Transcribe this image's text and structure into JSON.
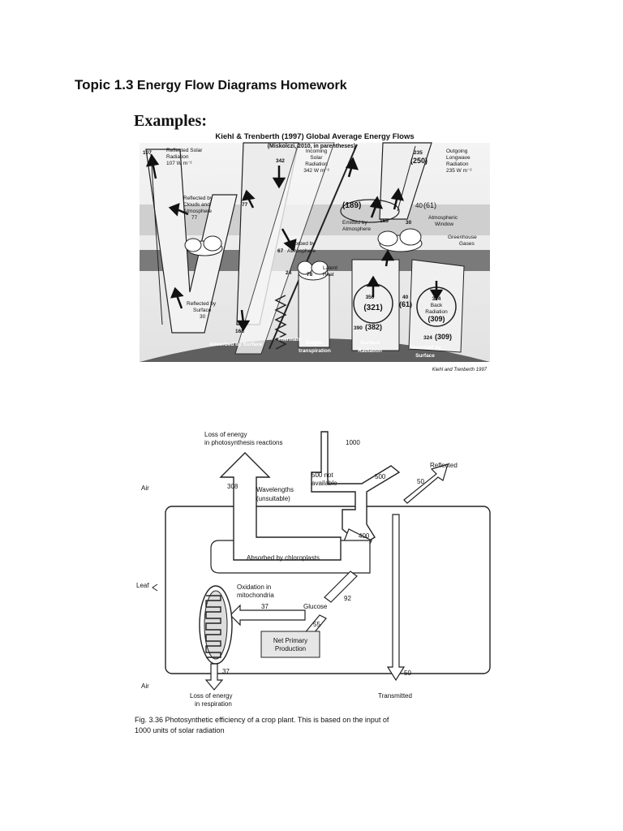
{
  "page": {
    "title_prefix": "Topic 1.3",
    "title_rest": "Energy Flow Diagrams Homework",
    "examples_heading": "Examples:"
  },
  "diagram1": {
    "title": "Kiehl & Trenberth (1997) Global Average Energy Flows",
    "subtitle": "(Miskolczi, 2010, in parentheses)",
    "labels": {
      "reflected_solar_value": "107",
      "reflected_solar_l1": "Reflected Solar",
      "reflected_solar_l2": "Radiation",
      "reflected_solar_l3": "107 W m⁻²",
      "incoming_value": "342",
      "incoming_l1": "Incoming",
      "incoming_l2": "Solar",
      "incoming_l3": "Radiation",
      "incoming_l4": "342 W m⁻²",
      "outgoing_value": "235",
      "outgoing_paren": "(250)",
      "outgoing_l1": "Outgoing",
      "outgoing_l2": "Longwave",
      "outgoing_l3": "Radiation",
      "outgoing_l4": "235 W m⁻²",
      "clouds_l1": "Reflected by",
      "clouds_l2": "Clouds and",
      "clouds_l3": "Atmosphere",
      "clouds_value": "77",
      "clouds_value2": "77",
      "m189": "(189)",
      "v40": "40",
      "v61": "(61)",
      "emitted_l1": "Emitted by",
      "emitted_l2": "Atmosphere",
      "v165": "165",
      "v30": "30",
      "window_l1": "Atmospheric",
      "window_l2": "Window",
      "gh_l1": "Greenhouse",
      "gh_l2": "Gases",
      "absorbed_atm_l1": "Absorbed by",
      "absorbed_atm_value": "67",
      "absorbed_atm_l2": "Atmosphere",
      "latent_l1": "Latent",
      "latent_value": "78",
      "latent_l2": "Heat",
      "thermals_value": "24",
      "surface_l1": "Reflected by",
      "surface_l2": "Surface",
      "surface_value": "30",
      "v350": "350",
      "v321": "(321)",
      "v40b": "40",
      "v61b": "(61)",
      "v324": "324",
      "back_l1": "Back",
      "back_l2": "Radiation",
      "v309": "(309)",
      "v390": "390",
      "v382": "(382)",
      "v324b": "324",
      "v309b": "(309)",
      "v168": "168",
      "absorbed_surface": "Absorbed by Surface",
      "thermals": "Thermals",
      "evapo_l1": "Evapo-",
      "evapo_l2": "transpiration",
      "surf_rad_l1": "Surface",
      "surf_rad_l2": "Radiation",
      "abs_surf_l1": "Absorbed by",
      "abs_surf_l2": "Surface",
      "credit": "Kiehl and Trenberth 1997"
    }
  },
  "diagram2": {
    "labels": {
      "loss_photo_l1": "Loss of energy",
      "loss_photo_l2": "in photosynthesis reactions",
      "v1000": "1000",
      "v500": "500",
      "not_avail_l1": "500 not",
      "not_avail_l2": "available",
      "reflected": "Reflected",
      "v50a": "50",
      "air_top": "Air",
      "v308": "308",
      "wavelengths_l1": "Wavelengths",
      "wavelengths_l2": "(unsuitable)",
      "v400": "400",
      "absorbed_chloro": "Absorbed by chloroplasts",
      "leaf": "Leaf",
      "oxidation_l1": "Oxidation in",
      "oxidation_l2": "mitochondria",
      "v37a": "37",
      "glucose": "Glucose",
      "v92": "92",
      "v55": "55",
      "npp_l1": "Net Primary",
      "npp_l2": "Production",
      "v37b": "37",
      "v50b": "50",
      "air_bottom": "Air",
      "loss_resp_l1": "Loss of energy",
      "loss_resp_l2": "in respiration",
      "transmitted": "Transmitted"
    },
    "caption_l1": "Fig. 3.36 Photosynthetic efficiency of a crop plant. This is based on the input of",
    "caption_l2": "1000 units of solar radiation"
  }
}
